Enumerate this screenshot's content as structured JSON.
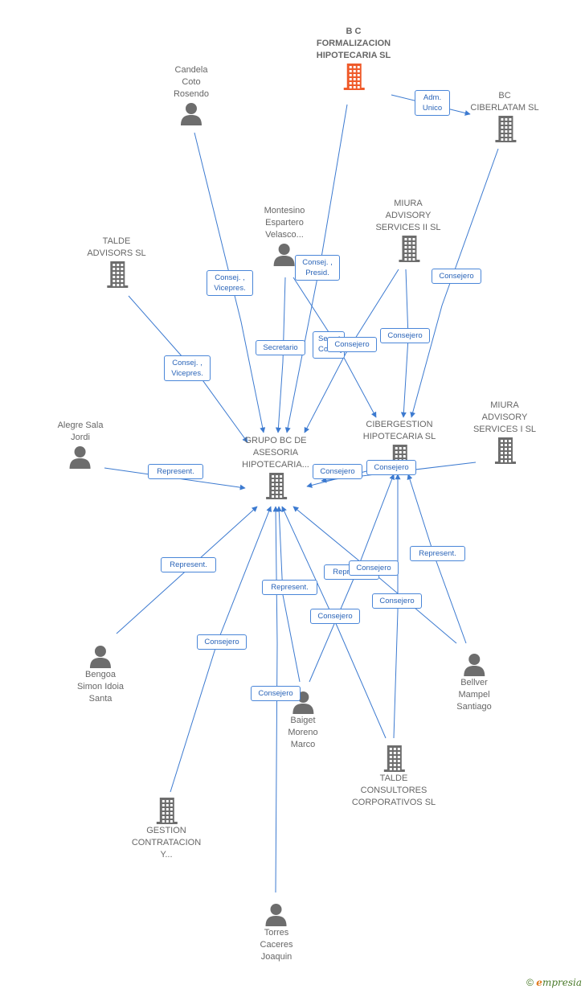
{
  "nodes": {
    "bc_formalizacion": {
      "label": "B C\nFORMALIZACION\nHIPOTECARIA SL",
      "type": "company",
      "highlight": true
    },
    "bc_ciberlatam": {
      "label": "BC\nCIBERLATAM SL",
      "type": "company"
    },
    "candela": {
      "label": "Candela\nCoto\nRosendo",
      "type": "person"
    },
    "montesino": {
      "label": "Montesino\nEspartero\nVelasco...",
      "type": "person"
    },
    "miura_ii": {
      "label": "MIURA\nADVISORY\nSERVICES II SL",
      "type": "company"
    },
    "talde_advisors": {
      "label": "TALDE\nADVISORS SL",
      "type": "company"
    },
    "alegre": {
      "label": "Alegre Sala\nJordi",
      "type": "person"
    },
    "grupo_bc": {
      "label": "GRUPO BC DE\nASESORIA\nHIPOTECARIA...",
      "type": "company"
    },
    "cibergestion": {
      "label": "CIBERGESTION\nHIPOTECARIA SL",
      "type": "company"
    },
    "miura_i": {
      "label": "MIURA\nADVISORY\nSERVICES I SL",
      "type": "company"
    },
    "bengoa": {
      "label": "Bengoa\nSimon Idoia\nSanta",
      "type": "person"
    },
    "bellver": {
      "label": "Bellver\nMampel\nSantiago",
      "type": "person"
    },
    "baiget": {
      "label": "Baiget\nMoreno\nMarco",
      "type": "person"
    },
    "talde_consultores": {
      "label": "TALDE\nCONSULTORES\nCORPORATIVOS SL",
      "type": "company"
    },
    "gestion": {
      "label": "GESTION\nCONTRATACION\nY...",
      "type": "company"
    },
    "torres": {
      "label": "Torres\nCaceres\nJoaquin",
      "type": "person"
    }
  },
  "edge_labels": {
    "adm_unico": "Adm.\nUnico",
    "consej_vicepres": "Consej. ,\nVicepres.",
    "consej_presid": "Consej. ,\nPresid.",
    "consejero": "Consejero",
    "secretario": "Secretario",
    "secretario_consej": "Secretario\nConsej.",
    "represent": "Represent."
  },
  "colors": {
    "edge": "#3c7ad0",
    "node_icon": "#6d6d6d",
    "highlight_icon": "#ef5a2a",
    "label_text": "#666666",
    "edge_label_text": "#2a64b8"
  },
  "footer": {
    "brand": "empresia"
  }
}
